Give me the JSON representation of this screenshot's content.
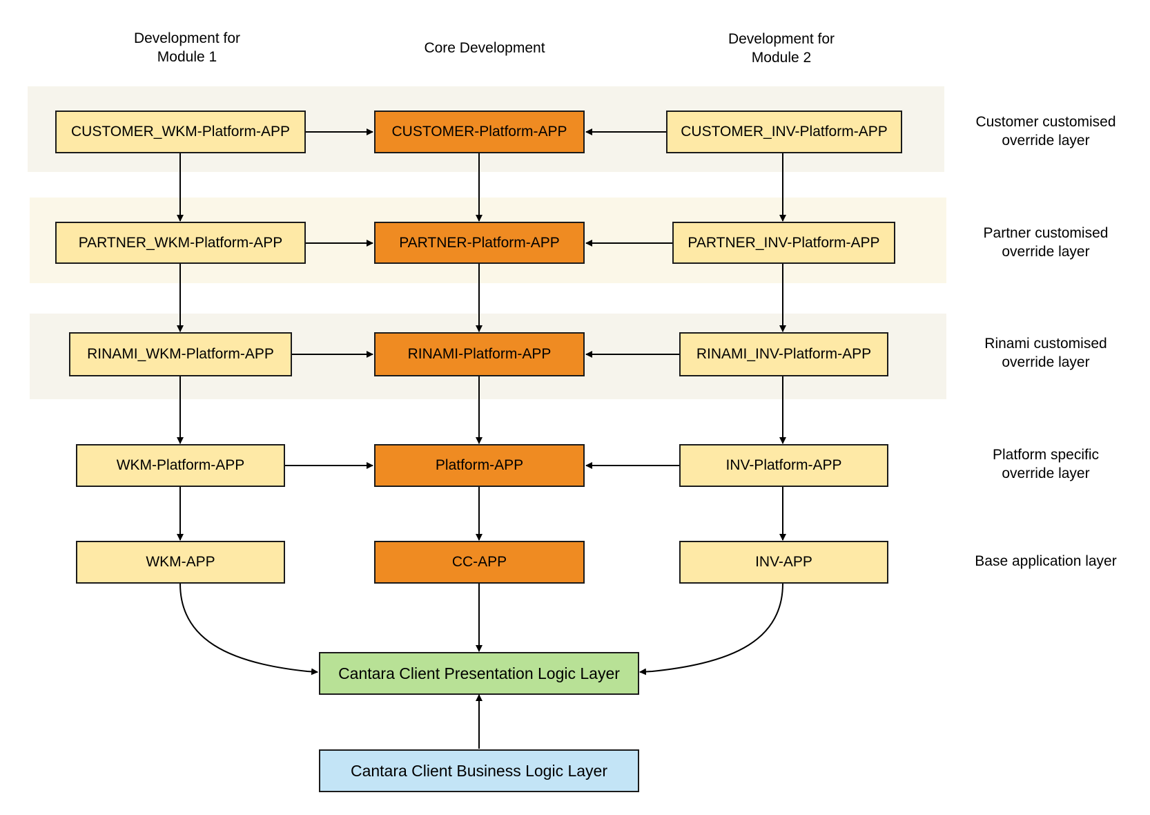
{
  "colors": {
    "module_node": "#fee9a6",
    "core_node": "#ef8b22",
    "presentation_node": "#b8e196",
    "business_node": "#c3e4f6",
    "band_customer": "#f6f4ec",
    "band_partner": "#fbf7e8",
    "band_rinami": "#f6f4ec",
    "edge": "#000000"
  },
  "columns": {
    "module1": "Development for\nModule 1",
    "core": "Core Development",
    "module2": "Development for\nModule 2"
  },
  "layers": {
    "customer": "Customer customised\noverride layer",
    "partner": "Partner customised\noverride layer",
    "rinami": "Rinami customised\noverride layer",
    "platform": "Platform specific\noverride layer",
    "base": "Base application layer"
  },
  "nodes": {
    "customer_wkm": "CUSTOMER_WKM-Platform-APP",
    "customer_core": "CUSTOMER-Platform-APP",
    "customer_inv": "CUSTOMER_INV-Platform-APP",
    "partner_wkm": "PARTNER_WKM-Platform-APP",
    "partner_core": "PARTNER-Platform-APP",
    "partner_inv": "PARTNER_INV-Platform-APP",
    "rinami_wkm": "RINAMI_WKM-Platform-APP",
    "rinami_core": "RINAMI-Platform-APP",
    "rinami_inv": "RINAMI_INV-Platform-APP",
    "wkm_platform": "WKM-Platform-APP",
    "platform": "Platform-APP",
    "inv_platform": "INV-Platform-APP",
    "wkm_app": "WKM-APP",
    "cc_app": "CC-APP",
    "inv_app": "INV-APP",
    "presentation": "Cantara Client Presentation Logic Layer",
    "business": "Cantara Client Business Logic Layer"
  }
}
